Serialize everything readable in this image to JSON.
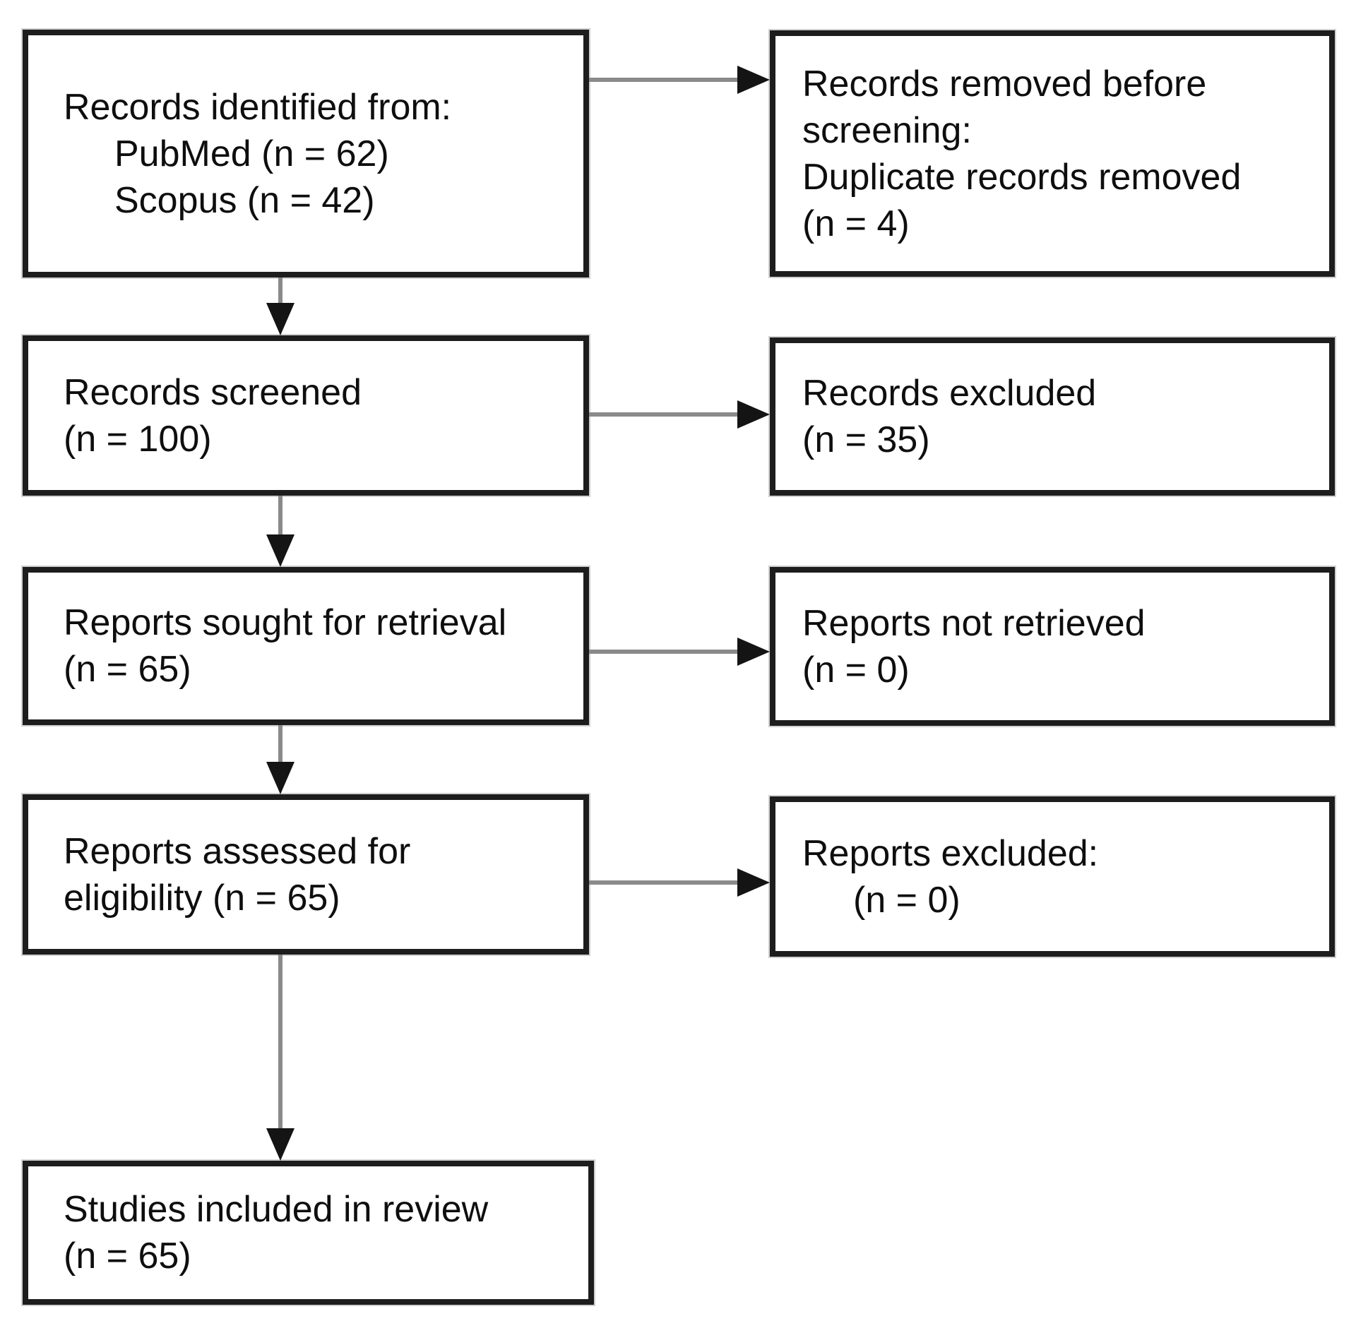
{
  "diagram": {
    "boxes": {
      "records_identified": {
        "lines": [
          "Records identified from:",
          "PubMed (n = 62)",
          "Scopus (n = 42)"
        ]
      },
      "records_removed": {
        "lines": [
          "Records removed before",
          "screening:",
          "Duplicate records removed",
          "(n = 4)"
        ]
      },
      "records_screened": {
        "lines": [
          "Records screened",
          "(n = 100)"
        ]
      },
      "records_excluded": {
        "lines": [
          "Records excluded",
          "(n = 35)"
        ]
      },
      "reports_sought": {
        "lines": [
          "Reports sought for retrieval",
          "(n = 65)"
        ]
      },
      "reports_not_retrieved": {
        "lines": [
          "Reports not retrieved",
          "(n = 0)"
        ]
      },
      "reports_assessed": {
        "lines": [
          "Reports assessed for",
          "eligibility (n = 65)"
        ]
      },
      "reports_excluded": {
        "lines": [
          "Reports excluded:",
          "(n = 0)"
        ]
      },
      "studies_included": {
        "lines": [
          "Studies included in review",
          "(n = 65)"
        ]
      }
    },
    "colors": {
      "background": "#ffffff",
      "box_border": "#1d1d1d",
      "text": "#0e0e0e",
      "arrow_shaft": "#8a8a8a",
      "arrow_head": "#141414"
    }
  }
}
